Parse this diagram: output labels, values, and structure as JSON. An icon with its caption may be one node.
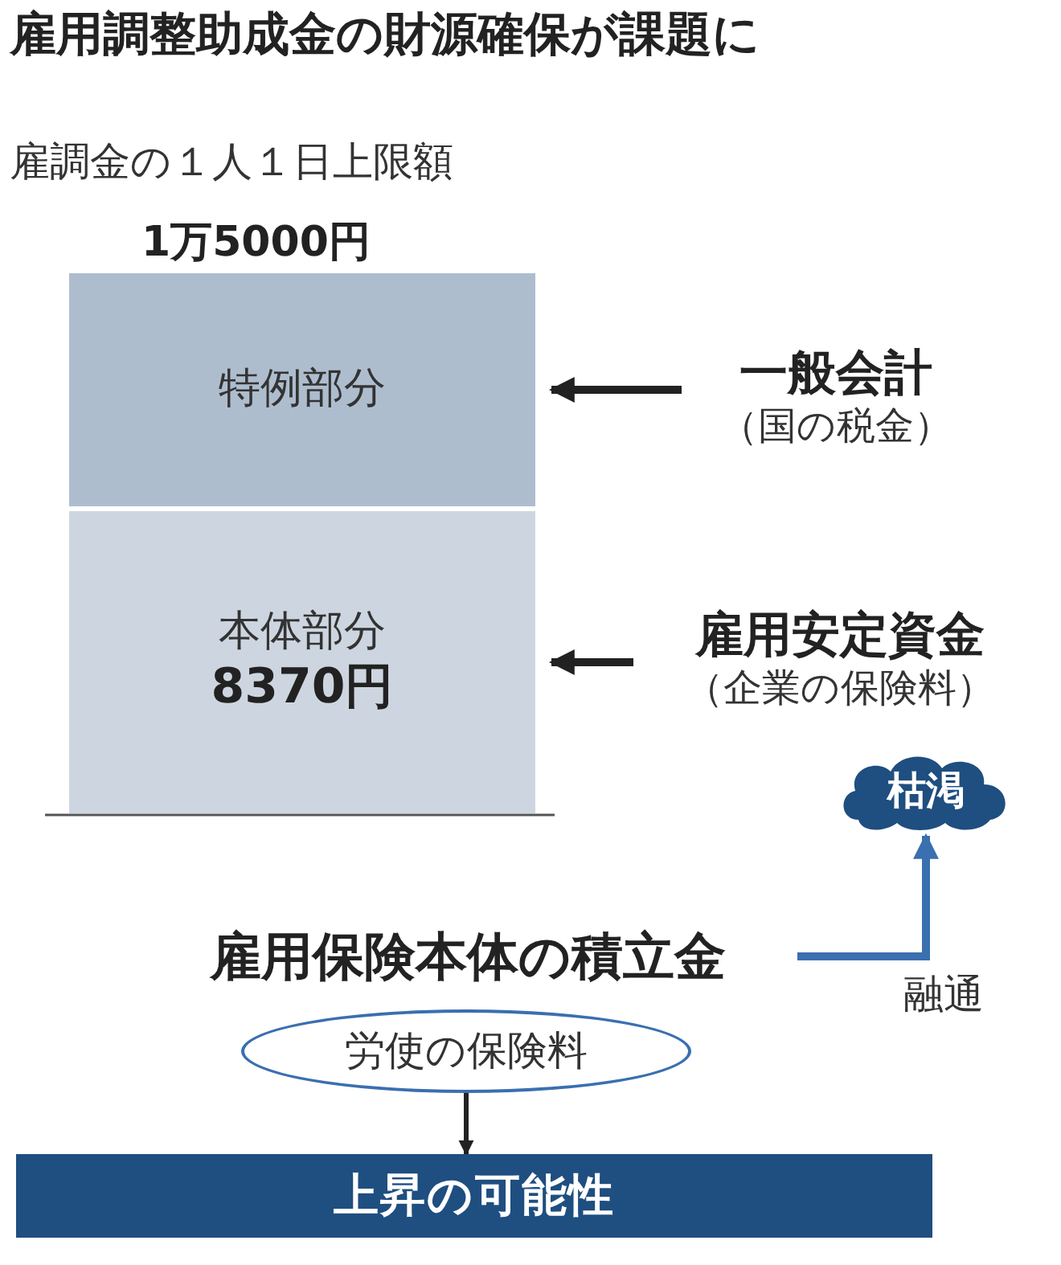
{
  "diagram": {
    "title": "雇用調整助成金の財源確保が課題に",
    "nodes": [
      {
        "text": [
          "特例部分"
        ]
      },
      {
        "text": [
          "本体部分",
          "8370円"
        ]
      },
      {
        "text": [
          "一般会計",
          "（国の税金）"
        ]
      },
      {
        "text": [
          "雇用安定資金",
          "（企業の保険料）"
        ]
      },
      {
        "text": [
          "枯渇"
        ]
      },
      {
        "text": [
          "雇用保険本体の積立金"
        ]
      },
      {
        "text": [
          "労使の保険料"
        ]
      },
      {
        "text": [
          "上昇の可能性"
        ]
      }
    ],
    "edges": [
      {
        "from": 2,
        "to": 0,
        "arrow": "to"
      },
      {
        "from": 3,
        "to": 1,
        "arrow": "to"
      },
      {
        "from": 5,
        "to": 4,
        "arrow": "to",
        "label": "融通",
        "color": "#3a6fb0"
      },
      {
        "from": 6,
        "to": 7,
        "arrow": "to"
      }
    ],
    "labels": [
      "雇調金の１人１日上限額",
      "1万5000円"
    ]
  }
}
